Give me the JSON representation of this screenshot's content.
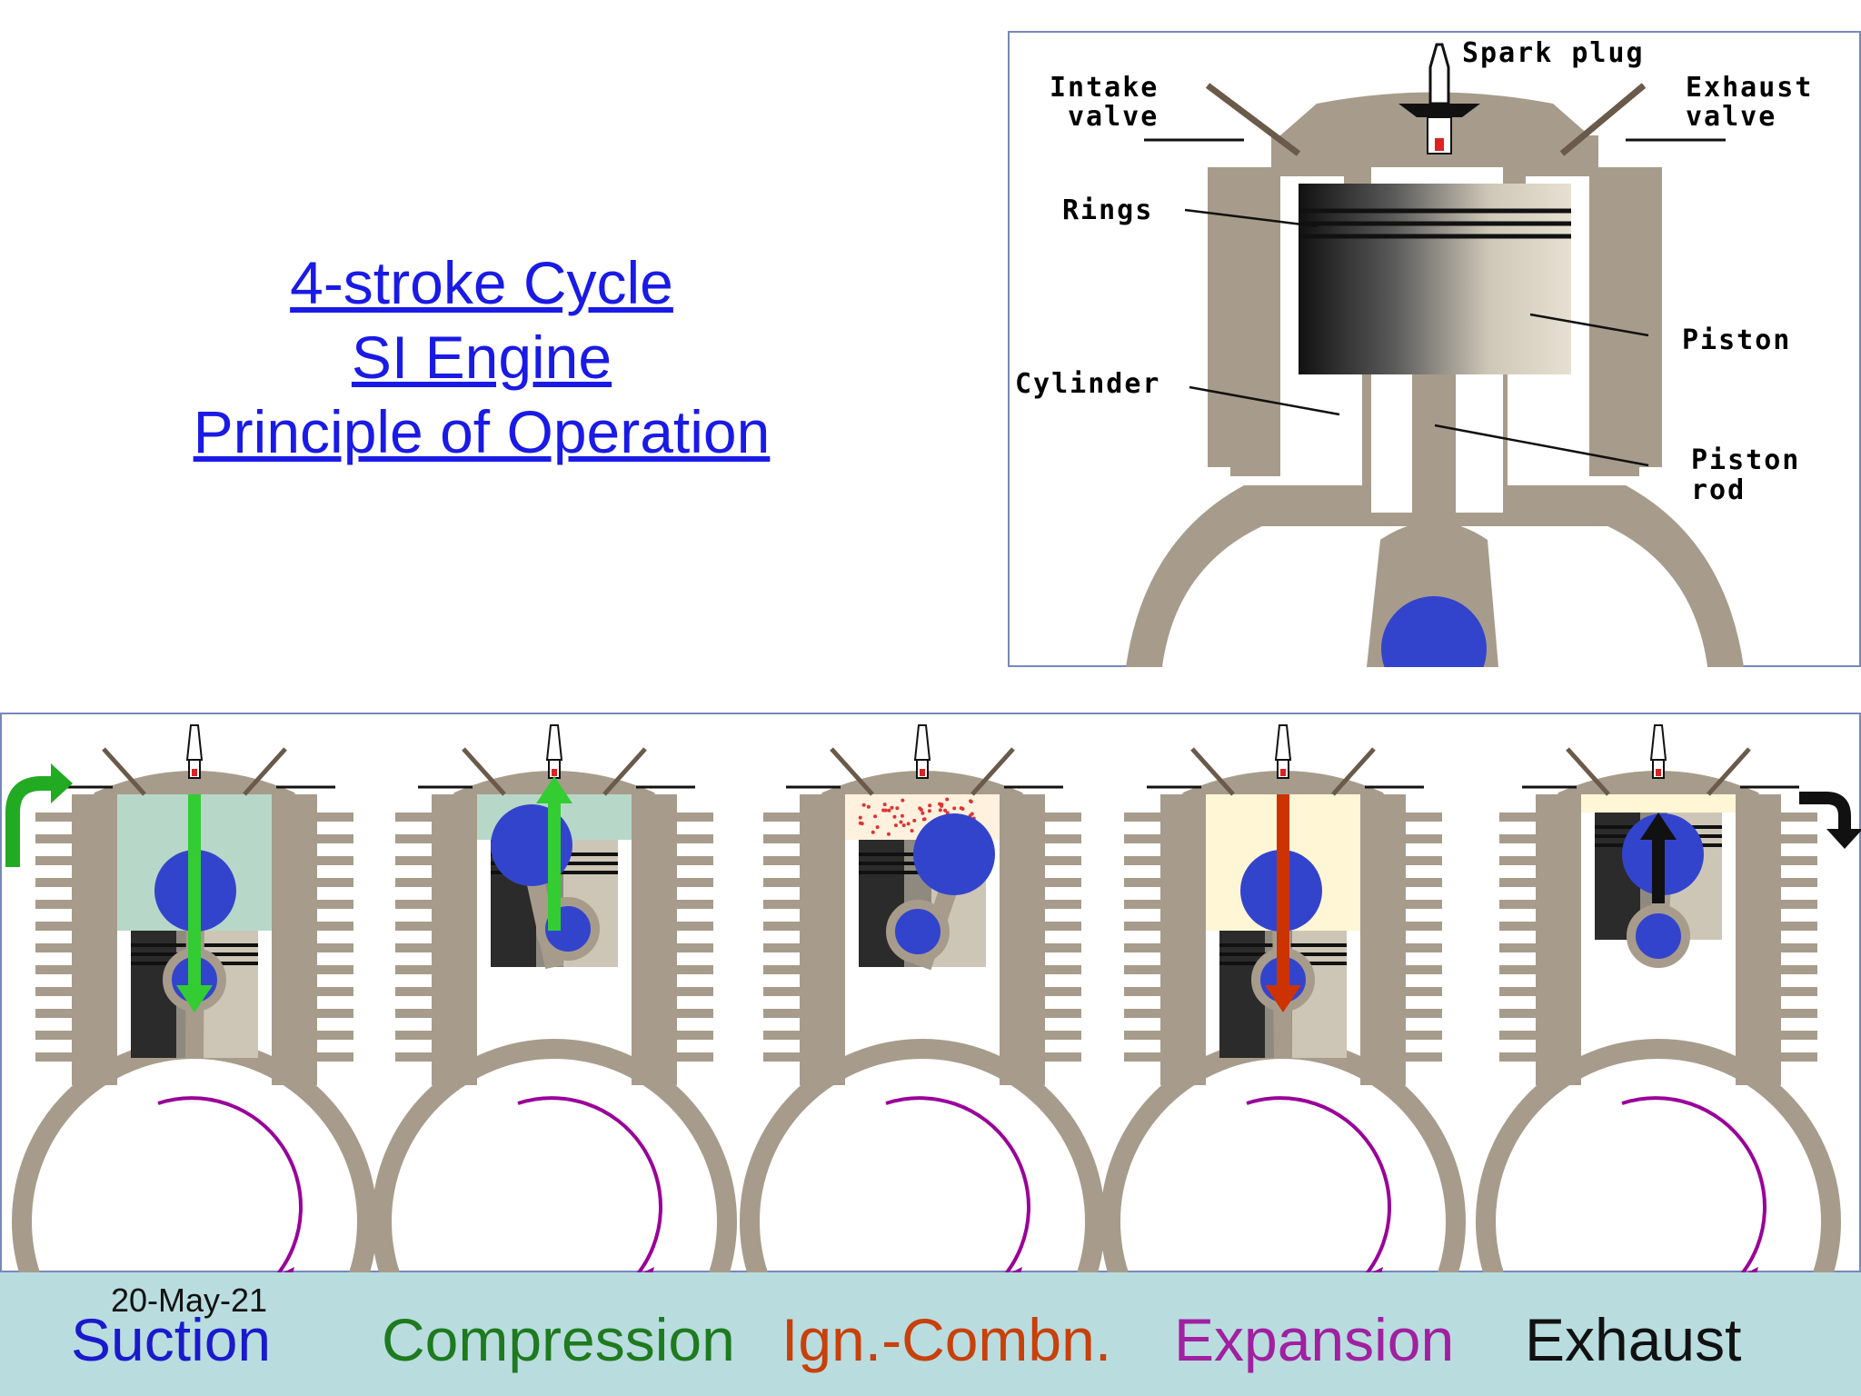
{
  "title": {
    "line1": "4-stroke Cycle",
    "line2": "SI Engine",
    "line3": "Principle of Operation"
  },
  "labels": {
    "spark_plug": "Spark plug",
    "intake_valve_1": "Intake",
    "intake_valve_2": "valve",
    "exhaust_valve_1": "Exhaust",
    "exhaust_valve_2": "valve",
    "rings": "Rings",
    "piston": "Piston",
    "cylinder": "Cylinder",
    "piston_rod_1": "Piston",
    "piston_rod_2": "rod"
  },
  "strokes": [
    {
      "name": "Suction",
      "color": "#1a1acc"
    },
    {
      "name": "Compression",
      "color": "#1e7a1e"
    },
    {
      "name": "Ign.-Combn.",
      "color": "#c8400a"
    },
    {
      "name": "Expansion",
      "color": "#a020a0"
    },
    {
      "name": "Exhaust",
      "color": "#111111"
    }
  ],
  "date": "20-May-21",
  "colors": {
    "engine_gray": "#a79c8b",
    "crank_blue": "#3344cc",
    "fresh_charge": "#b7d8c8",
    "burnt_gas": "#fff6d6",
    "rotation_purple": "#990099",
    "footer_bg": "#b9dcdf"
  }
}
